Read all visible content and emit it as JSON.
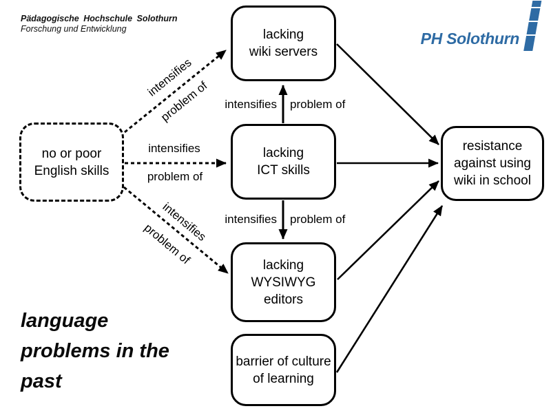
{
  "slide": {
    "background": "#ffffff"
  },
  "header": {
    "line1": "Pädagogische Hochschule Solothurn",
    "line2": "Forschung und Entwicklung"
  },
  "logo": {
    "text": "PH Solothurn",
    "color": "#2e6ba4"
  },
  "footer_title": "language\nproblems in the\npast",
  "diagram": {
    "nodes": [
      {
        "id": "english_skills",
        "label": "no or poor\nEnglish skills",
        "border": "dashed"
      },
      {
        "id": "wiki_servers",
        "label": "lacking\nwiki servers",
        "border": "solid"
      },
      {
        "id": "ict_skills",
        "label": "lacking\nICT skills",
        "border": "solid"
      },
      {
        "id": "wysiwyg_editors",
        "label": "lacking\nWYSIWYG\neditors",
        "border": "solid"
      },
      {
        "id": "culture_barrier",
        "label": "barrier of culture\nof learning",
        "border": "solid"
      },
      {
        "id": "resistance",
        "label": "resistance\nagainst using\nwiki in school",
        "border": "solid"
      }
    ],
    "edge_labels": {
      "intensifies": "intensifies",
      "problem_of": "problem of"
    },
    "edges": [
      {
        "from": "english_skills",
        "to": "wiki_servers",
        "style": "dashed",
        "label": "intensifies problem of"
      },
      {
        "from": "english_skills",
        "to": "ict_skills",
        "style": "dashed",
        "label": "intensifies problem of"
      },
      {
        "from": "english_skills",
        "to": "wysiwyg_editors",
        "style": "dashed",
        "label": "intensifies problem of"
      },
      {
        "from": "ict_skills",
        "to": "wiki_servers",
        "style": "solid",
        "label": "intensifies problem of"
      },
      {
        "from": "ict_skills",
        "to": "wysiwyg_editors",
        "style": "solid",
        "label": "intensifies problem of"
      },
      {
        "from": "wiki_servers",
        "to": "resistance",
        "style": "solid",
        "label": ""
      },
      {
        "from": "ict_skills",
        "to": "resistance",
        "style": "solid",
        "label": ""
      },
      {
        "from": "wysiwyg_editors",
        "to": "resistance",
        "style": "solid",
        "label": ""
      },
      {
        "from": "culture_barrier",
        "to": "resistance",
        "style": "solid",
        "label": ""
      }
    ]
  }
}
